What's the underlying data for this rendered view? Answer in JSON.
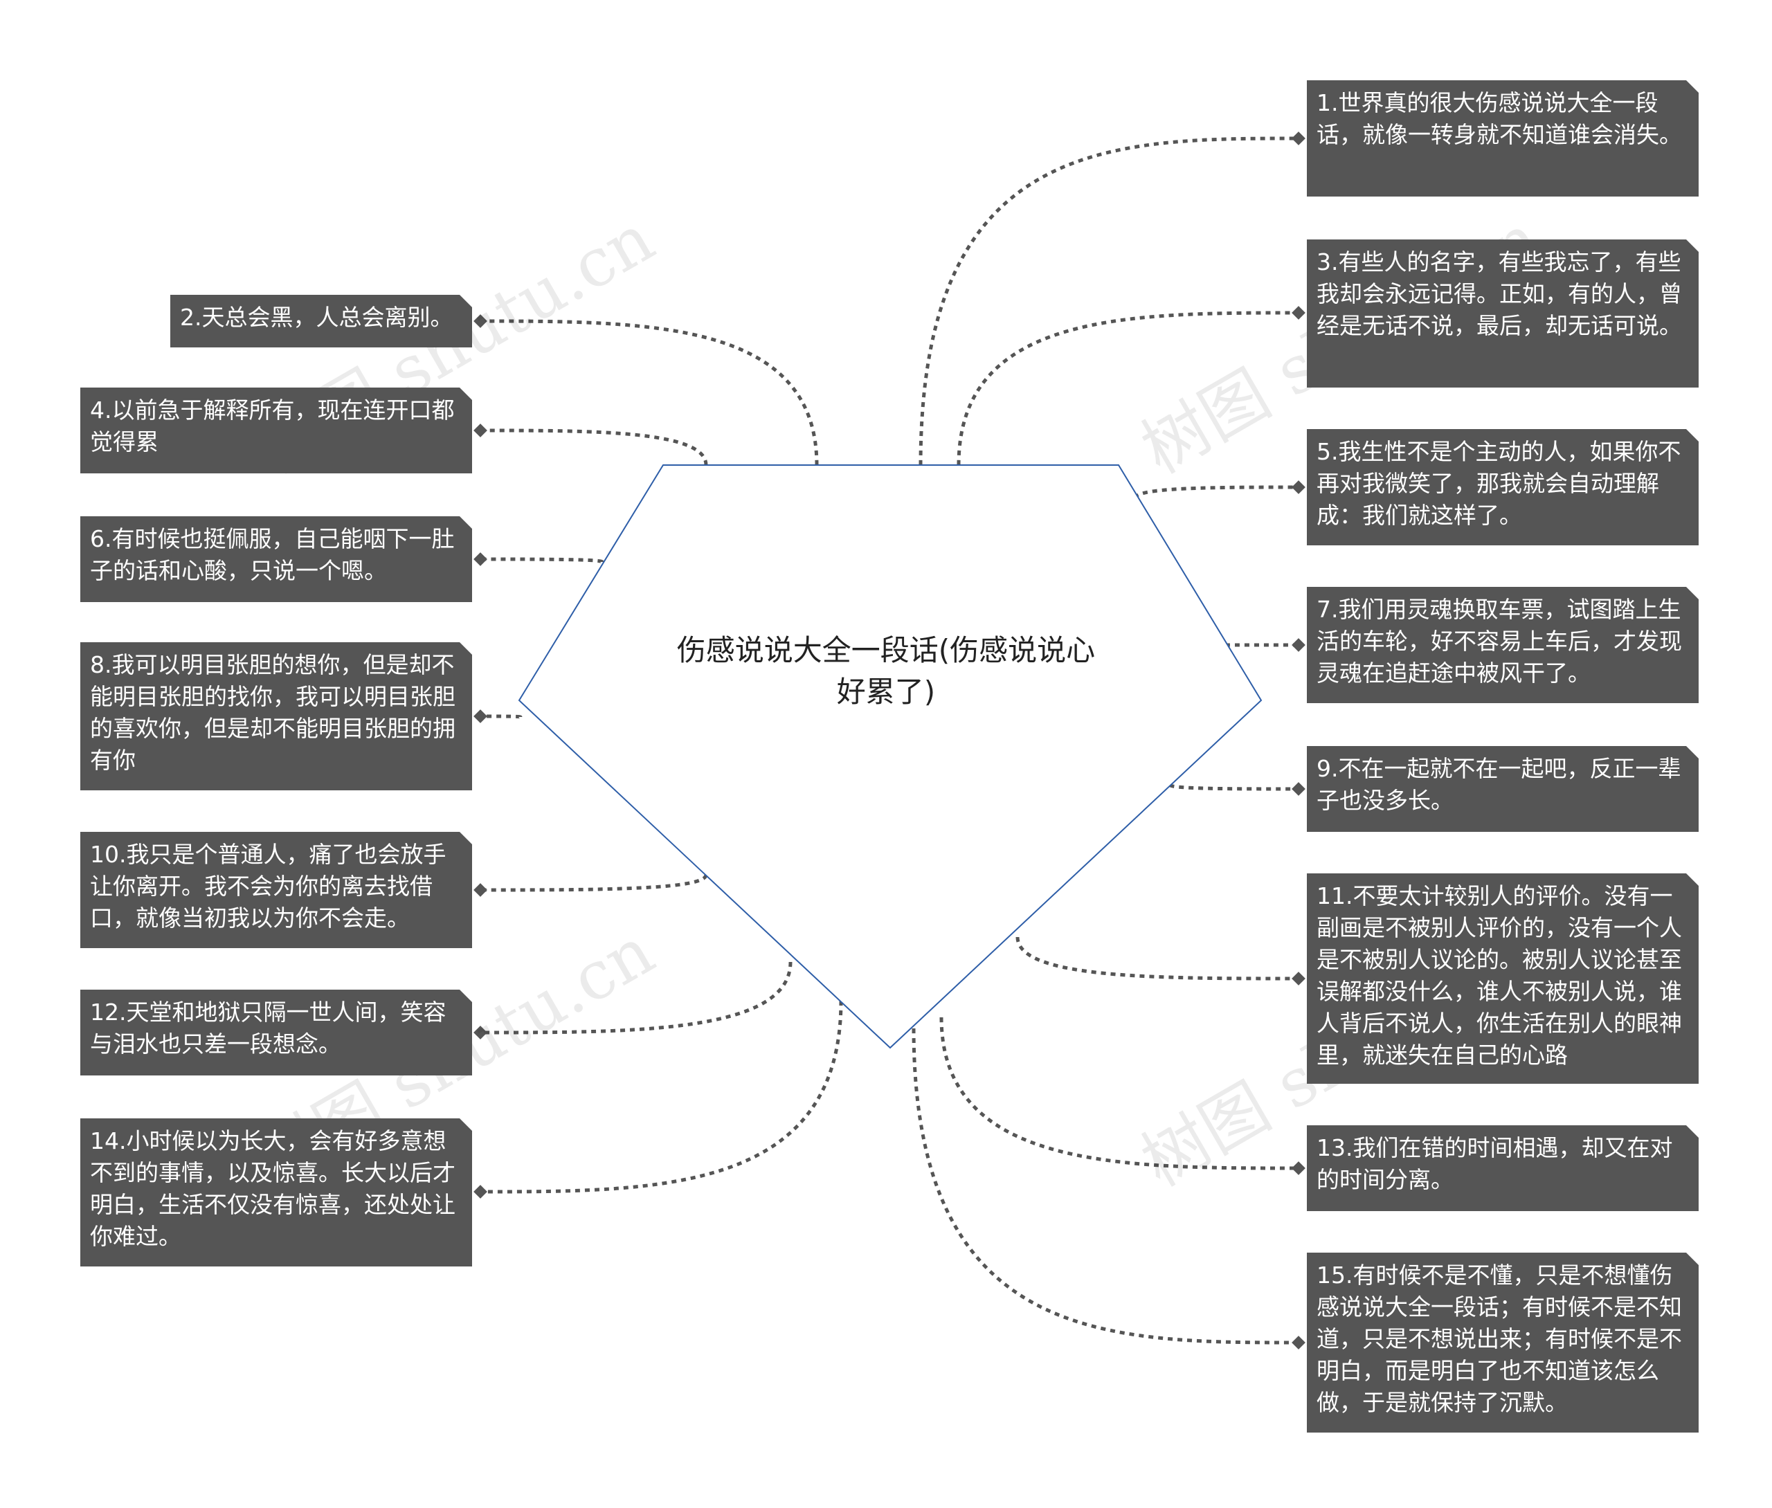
{
  "center": {
    "title": "伤感说说大全一段话(伤感说说心好累了)"
  },
  "nodes": [
    "1.世界真的很大伤感说说大全一段话，就像一转身就不知道谁会消失。",
    "2.天总会黑，人总会离别。",
    "3.有些人的名字，有些我忘了，有些我却会永远记得。正如，有的人，曾经是无话不说，最后，却无话可说。",
    "4.以前急于解释所有，现在连开口都觉得累",
    "5.我生性不是个主动的人，如果你不再对我微笑了，那我就会自动理解成：我们就这样了。",
    "6.有时候也挺佩服，自己能咽下一肚子的话和心酸，只说一个嗯。",
    "7.我们用灵魂换取车票，试图踏上生活的车轮，好不容易上车后，才发现灵魂在追赶途中被风干了。",
    "8.我可以明目张胆的想你，但是却不能明目张胆的找你，我可以明目张胆的喜欢你，但是却不能明目张胆的拥有你",
    "9.不在一起就不在一起吧，反正一辈子也没多长。",
    "10.我只是个普通人，痛了也会放手让你离开。我不会为你的离去找借口，就像当初我以为你不会走。",
    "11.不要太计较别人的评价。没有一副画是不被别人评价的，没有一个人是不被别人议论的。被别人议论甚至误解都没什么，谁人不被别人说，谁人背后不说人，你生活在别人的眼神里，就迷失在自己的心路",
    "12.天堂和地狱只隔一世人间，笑容与泪水也只差一段想念。",
    "13.我们在错的时间相遇，却又在对的时间分离。",
    "14.小时候以为长大，会有好多意想不到的事情，以及惊喜。长大以后才明白，生活不仅没有惊喜，还处处让你难过。",
    "15.有时候不是不懂，只是不想懂伤感说说大全一段话；有时候不是不知道，只是不想说出来；有时候不是不明白，而是明白了也不知道该怎么做，于是就保持了沉默。"
  ],
  "watermarks": [
    "树图 shutu.cn",
    "树图 shutu.cn",
    "树图 shutu.cn",
    "树图 shutu.cn"
  ],
  "colors": {
    "node_bg": "#555555",
    "node_text": "#ffffff",
    "center_border": "#2e5ea8",
    "connector": "#555555"
  }
}
